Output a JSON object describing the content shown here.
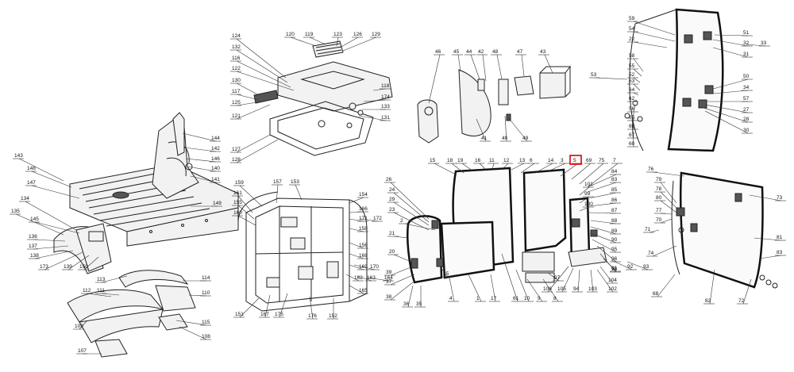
{
  "highlighted_callout": "5",
  "colors": {
    "line": "#222222",
    "highlight": "#e00000",
    "background": "#ffffff"
  },
  "callouts": [
    {
      "id": "c143",
      "text": "143"
    },
    {
      "id": "c148",
      "text": "148"
    },
    {
      "id": "c147",
      "text": "147"
    },
    {
      "id": "c144",
      "text": "144"
    },
    {
      "id": "c142",
      "text": "142"
    },
    {
      "id": "c146",
      "text": "146"
    },
    {
      "id": "c140",
      "text": "140"
    },
    {
      "id": "c141",
      "text": "141"
    },
    {
      "id": "c149",
      "text": "149"
    },
    {
      "id": "c134",
      "text": "134"
    },
    {
      "id": "c135",
      "text": "135"
    },
    {
      "id": "c145",
      "text": "145"
    },
    {
      "id": "c136",
      "text": "136"
    },
    {
      "id": "c137",
      "text": "137"
    },
    {
      "id": "c138",
      "text": "138"
    },
    {
      "id": "c173",
      "text": "173"
    },
    {
      "id": "c139",
      "text": "139"
    },
    {
      "id": "c150",
      "text": "150"
    },
    {
      "id": "c124",
      "text": "124"
    },
    {
      "id": "c132",
      "text": "132"
    },
    {
      "id": "c116",
      "text": "116"
    },
    {
      "id": "c122",
      "text": "122"
    },
    {
      "id": "c130",
      "text": "130"
    },
    {
      "id": "c117",
      "text": "117"
    },
    {
      "id": "c125",
      "text": "125"
    },
    {
      "id": "c121",
      "text": "121"
    },
    {
      "id": "c120",
      "text": "120"
    },
    {
      "id": "c119",
      "text": "119"
    },
    {
      "id": "c123",
      "text": "123"
    },
    {
      "id": "c126",
      "text": "126"
    },
    {
      "id": "c129",
      "text": "129"
    },
    {
      "id": "c118",
      "text": "118"
    },
    {
      "id": "c174",
      "text": "174"
    },
    {
      "id": "c133",
      "text": "133"
    },
    {
      "id": "c131",
      "text": "131"
    },
    {
      "id": "c127",
      "text": "127"
    },
    {
      "id": "c128",
      "text": "128"
    },
    {
      "id": "c159",
      "text": "159"
    },
    {
      "id": "c157",
      "text": "157"
    },
    {
      "id": "c153",
      "text": "153"
    },
    {
      "id": "c154",
      "text": "154"
    },
    {
      "id": "c161",
      "text": "161"
    },
    {
      "id": "c155",
      "text": "155"
    },
    {
      "id": "c160",
      "text": "160"
    },
    {
      "id": "c166",
      "text": "166"
    },
    {
      "id": "c171",
      "text": "171"
    },
    {
      "id": "c172",
      "text": "172"
    },
    {
      "id": "c158",
      "text": "158"
    },
    {
      "id": "c156",
      "text": "156"
    },
    {
      "id": "c168",
      "text": "168"
    },
    {
      "id": "c169",
      "text": "169"
    },
    {
      "id": "c170",
      "text": "170"
    },
    {
      "id": "c162",
      "text": "162"
    },
    {
      "id": "c163",
      "text": "163"
    },
    {
      "id": "c164",
      "text": "164"
    },
    {
      "id": "c165",
      "text": "165"
    },
    {
      "id": "c151",
      "text": "151"
    },
    {
      "id": "c167",
      "text": "167"
    },
    {
      "id": "c175",
      "text": "175"
    },
    {
      "id": "c176",
      "text": "176"
    },
    {
      "id": "c152",
      "text": "152"
    },
    {
      "id": "c113",
      "text": "113"
    },
    {
      "id": "c112",
      "text": "112"
    },
    {
      "id": "c111",
      "text": "111"
    },
    {
      "id": "c114",
      "text": "114"
    },
    {
      "id": "c110",
      "text": "110"
    },
    {
      "id": "c109",
      "text": "109"
    },
    {
      "id": "c115",
      "text": "115"
    },
    {
      "id": "c108",
      "text": "108"
    },
    {
      "id": "c107",
      "text": "107"
    },
    {
      "id": "c46",
      "text": "46"
    },
    {
      "id": "c45",
      "text": "45"
    },
    {
      "id": "c44",
      "text": "44"
    },
    {
      "id": "c42",
      "text": "42"
    },
    {
      "id": "c48",
      "text": "48"
    },
    {
      "id": "c47",
      "text": "47"
    },
    {
      "id": "c43",
      "text": "43"
    },
    {
      "id": "c41",
      "text": "41"
    },
    {
      "id": "c40",
      "text": "40"
    },
    {
      "id": "c49",
      "text": "49"
    },
    {
      "id": "c15",
      "text": "15"
    },
    {
      "id": "c18",
      "text": "18"
    },
    {
      "id": "c19",
      "text": "19"
    },
    {
      "id": "c16",
      "text": "16"
    },
    {
      "id": "c11",
      "text": "11"
    },
    {
      "id": "c12",
      "text": "12"
    },
    {
      "id": "c13",
      "text": "13"
    },
    {
      "id": "c6",
      "text": "6"
    },
    {
      "id": "c14",
      "text": "14"
    },
    {
      "id": "c3",
      "text": "3"
    },
    {
      "id": "c5",
      "text": "5"
    },
    {
      "id": "c69",
      "text": "69"
    },
    {
      "id": "c75",
      "text": "75"
    },
    {
      "id": "c7",
      "text": "7"
    },
    {
      "id": "c26",
      "text": "26"
    },
    {
      "id": "c24",
      "text": "24"
    },
    {
      "id": "c29",
      "text": "29"
    },
    {
      "id": "c23",
      "text": "23"
    },
    {
      "id": "c2",
      "text": "2"
    },
    {
      "id": "c21",
      "text": "21"
    },
    {
      "id": "c20",
      "text": "20"
    },
    {
      "id": "c39",
      "text": "39"
    },
    {
      "id": "c37",
      "text": "37"
    },
    {
      "id": "c38",
      "text": "38"
    },
    {
      "id": "c36",
      "text": "36"
    },
    {
      "id": "c35",
      "text": "35"
    },
    {
      "id": "c25",
      "text": "25"
    },
    {
      "id": "c4",
      "text": "4"
    },
    {
      "id": "c1",
      "text": "1"
    },
    {
      "id": "c17",
      "text": "17"
    },
    {
      "id": "c61",
      "text": "61"
    },
    {
      "id": "c10",
      "text": "10"
    },
    {
      "id": "c9",
      "text": "9"
    },
    {
      "id": "c8",
      "text": "8"
    },
    {
      "id": "c97",
      "text": "97"
    },
    {
      "id": "c106",
      "text": "106"
    },
    {
      "id": "c105",
      "text": "105"
    },
    {
      "id": "c94",
      "text": "94"
    },
    {
      "id": "c103",
      "text": "103"
    },
    {
      "id": "c102",
      "text": "102"
    },
    {
      "id": "c104",
      "text": "104"
    },
    {
      "id": "c84",
      "text": "84"
    },
    {
      "id": "c83",
      "text": "83"
    },
    {
      "id": "c85",
      "text": "85"
    },
    {
      "id": "c101",
      "text": "101"
    },
    {
      "id": "c86",
      "text": "86"
    },
    {
      "id": "c99",
      "text": "99"
    },
    {
      "id": "c87",
      "text": "87"
    },
    {
      "id": "c100",
      "text": "100"
    },
    {
      "id": "c88",
      "text": "88"
    },
    {
      "id": "c89",
      "text": "89"
    },
    {
      "id": "c90",
      "text": "90"
    },
    {
      "id": "c95",
      "text": "95"
    },
    {
      "id": "c96",
      "text": "96"
    },
    {
      "id": "c98",
      "text": "98"
    },
    {
      "id": "c91",
      "text": "91"
    },
    {
      "id": "c92",
      "text": "92"
    },
    {
      "id": "c93",
      "text": "93"
    },
    {
      "id": "c59",
      "text": "59"
    },
    {
      "id": "c54",
      "text": "54"
    },
    {
      "id": "c22",
      "text": "22"
    },
    {
      "id": "c51",
      "text": "51"
    },
    {
      "id": "c32",
      "text": "32"
    },
    {
      "id": "c33",
      "text": "33"
    },
    {
      "id": "c31",
      "text": "31"
    },
    {
      "id": "c58",
      "text": "58"
    },
    {
      "id": "c53",
      "text": "53"
    },
    {
      "id": "c55",
      "text": "55"
    },
    {
      "id": "c52",
      "text": "52"
    },
    {
      "id": "c63",
      "text": "63"
    },
    {
      "id": "c64",
      "text": "64"
    },
    {
      "id": "c62",
      "text": "62"
    },
    {
      "id": "c56",
      "text": "56"
    },
    {
      "id": "c65",
      "text": "65"
    },
    {
      "id": "c66",
      "text": "66"
    },
    {
      "id": "c67",
      "text": "67"
    },
    {
      "id": "c60",
      "text": "60"
    },
    {
      "id": "c50",
      "text": "50"
    },
    {
      "id": "c34",
      "text": "34"
    },
    {
      "id": "c57",
      "text": "57"
    },
    {
      "id": "c27",
      "text": "27"
    },
    {
      "id": "c28",
      "text": "28"
    },
    {
      "id": "c30",
      "text": "30"
    },
    {
      "id": "c76",
      "text": "76"
    },
    {
      "id": "c79",
      "text": "79"
    },
    {
      "id": "c78",
      "text": "78"
    },
    {
      "id": "c80",
      "text": "80"
    },
    {
      "id": "c77",
      "text": "77"
    },
    {
      "id": "c70",
      "text": "70"
    },
    {
      "id": "c71",
      "text": "71"
    },
    {
      "id": "c74",
      "text": "74"
    },
    {
      "id": "c73",
      "text": "73"
    },
    {
      "id": "c81",
      "text": "81"
    },
    {
      "id": "c83b",
      "text": "83"
    },
    {
      "id": "c82",
      "text": "82"
    },
    {
      "id": "c72",
      "text": "72"
    },
    {
      "id": "c68",
      "text": "68"
    }
  ]
}
